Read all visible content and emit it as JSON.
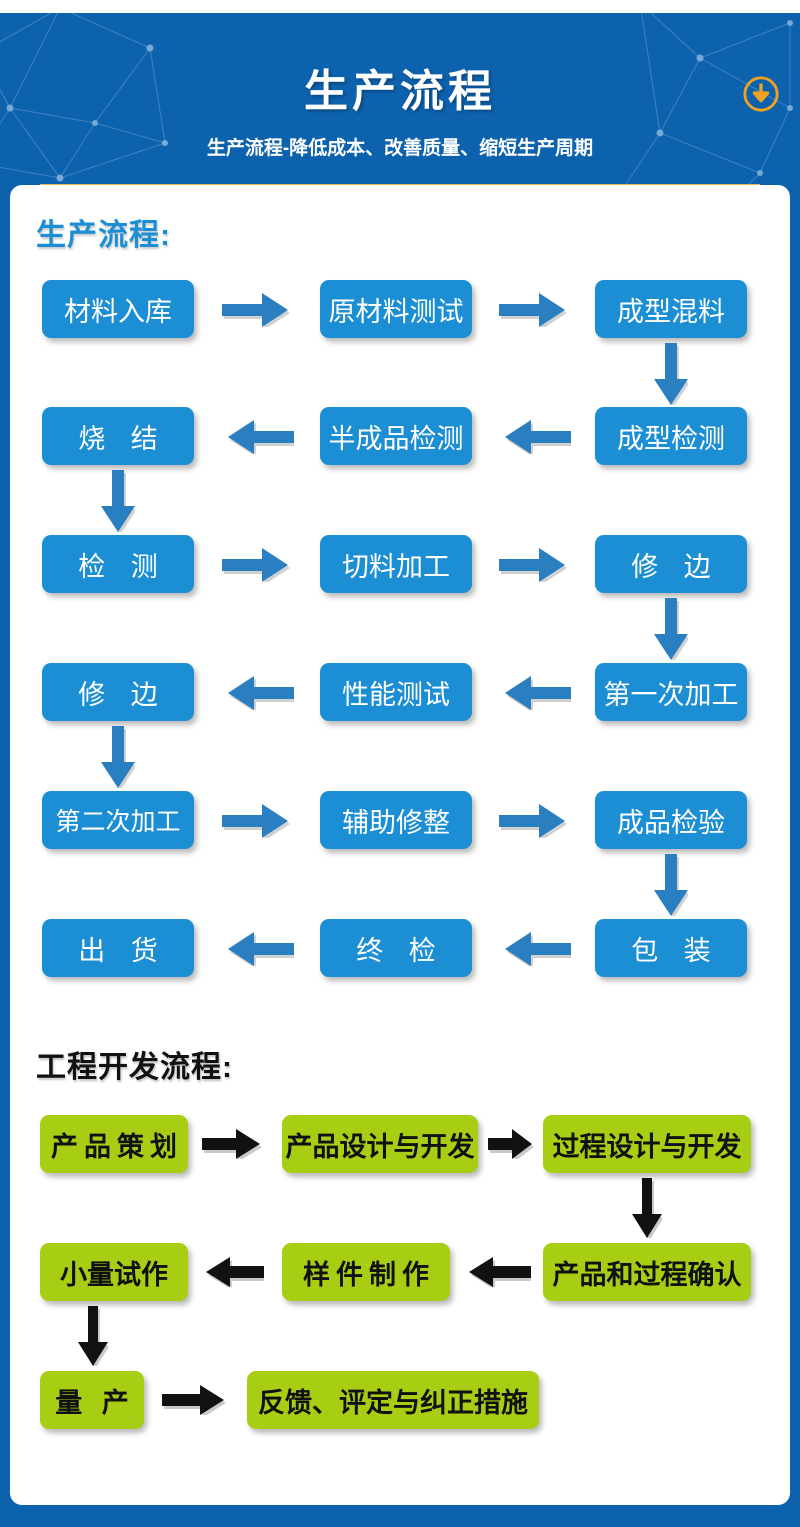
{
  "header": {
    "title": "生产流程",
    "subtitle": "生产流程-降低成本、改善质量、缩短生产周期",
    "download_icon": "download-circle-icon",
    "bg_color": "#0d62ae",
    "rule_color": "#e8b84b",
    "icon_color": "#f0a11e"
  },
  "sections": [
    {
      "id": "production",
      "heading": "生产流程:",
      "heading_color": "#1c8ed4",
      "box_color": "#1c8ed4",
      "box_text_color": "#ffffff",
      "arrow_color": "#2a7fc0",
      "rows": [
        {
          "dir": "right",
          "boxes": [
            "材料入库",
            "原材料测试",
            "成型混料"
          ]
        },
        {
          "dir": "left",
          "boxes": [
            "烧 结",
            "半成品检测",
            "成型检测"
          ]
        },
        {
          "dir": "right",
          "boxes": [
            "检 测",
            "切料加工",
            "修 边"
          ]
        },
        {
          "dir": "left",
          "boxes": [
            "修 边",
            "性能测试",
            "第一次加工"
          ]
        },
        {
          "dir": "right",
          "boxes": [
            "第二次加工",
            "辅助修整",
            "成品检验"
          ]
        },
        {
          "dir": "left",
          "boxes": [
            "出 货",
            "终 检",
            "包 装"
          ]
        }
      ]
    },
    {
      "id": "engineering",
      "heading": "工程开发流程:",
      "heading_color": "#111111",
      "box_color": "#a8ce14",
      "box_text_color": "#111111",
      "arrow_color": "#111111",
      "rows": [
        {
          "dir": "right",
          "boxes": [
            "产品策划",
            "产品设计与开发",
            "过程设计与开发"
          ]
        },
        {
          "dir": "left",
          "boxes": [
            "小量试作",
            "样件制作",
            "产品和过程确认"
          ]
        },
        {
          "dir": "right",
          "boxes": [
            "量 产",
            "反馈、评定与纠正措施"
          ]
        }
      ]
    }
  ]
}
